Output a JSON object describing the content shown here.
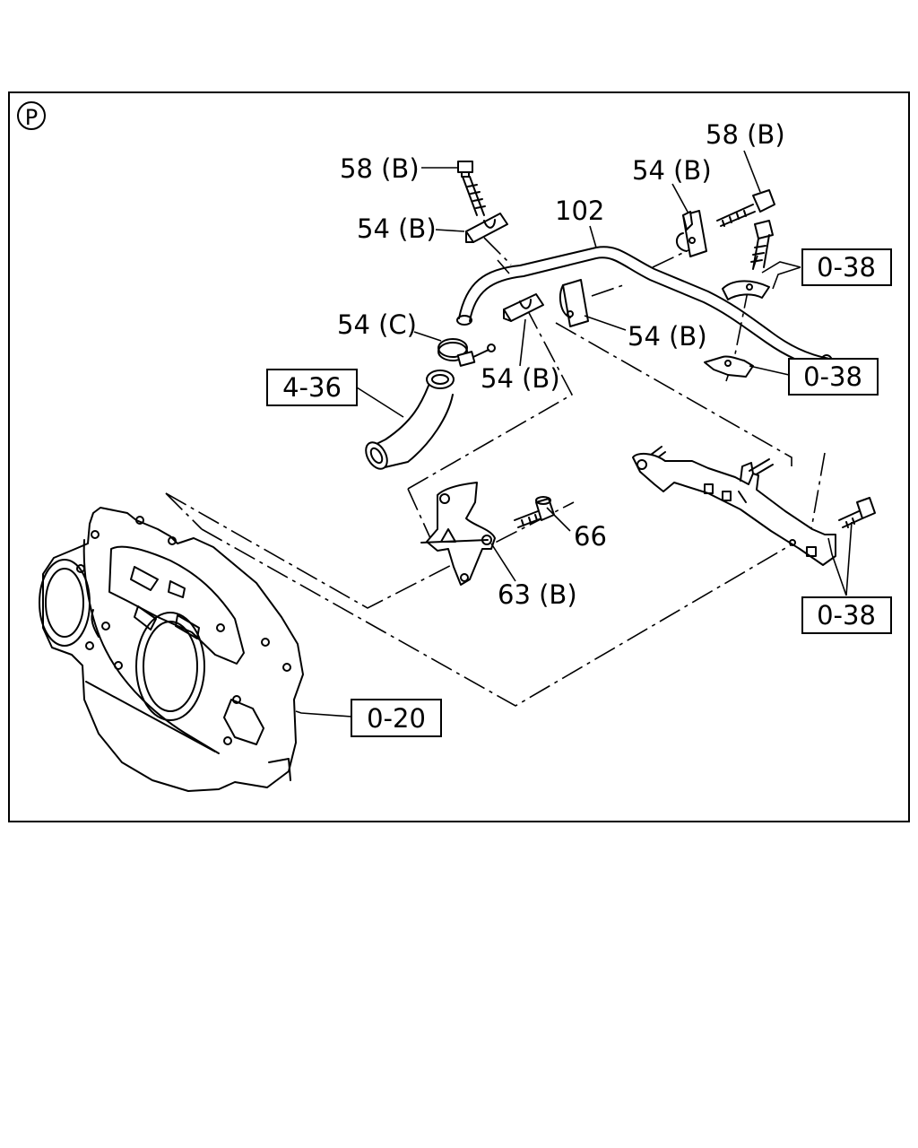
{
  "diagram": {
    "section_marker": "P",
    "callouts": [
      {
        "id": "c-58b-left",
        "text": "58 (B)"
      },
      {
        "id": "c-54b-upper-left",
        "text": "54 (B)"
      },
      {
        "id": "c-102",
        "text": "102"
      },
      {
        "id": "c-54b-upper-right",
        "text": "54 (B)"
      },
      {
        "id": "c-58b-right",
        "text": "58 (B)"
      },
      {
        "id": "c-54c",
        "text": "54 (C)"
      },
      {
        "id": "c-54b-mid-right",
        "text": "54 (B)"
      },
      {
        "id": "c-54b-center",
        "text": "54 (B)"
      },
      {
        "id": "c-66",
        "text": "66"
      },
      {
        "id": "c-63b",
        "text": "63 (B)"
      }
    ],
    "references": [
      {
        "id": "r-0-38-top",
        "text": "0-38"
      },
      {
        "id": "r-0-38-mid",
        "text": "0-38"
      },
      {
        "id": "r-0-38-bottom",
        "text": "0-38"
      },
      {
        "id": "r-4-36",
        "text": "4-36"
      },
      {
        "id": "r-0-20",
        "text": "0-20"
      }
    ]
  }
}
